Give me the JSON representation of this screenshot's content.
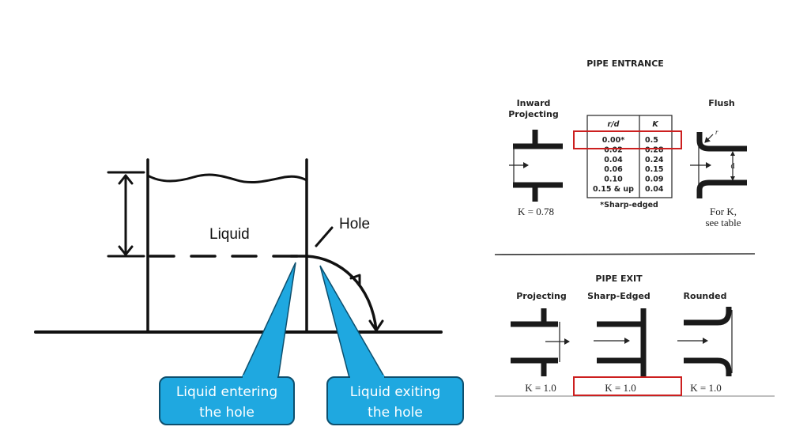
{
  "left_diagram": {
    "liquid_label": "Liquid",
    "hole_label": "Hole",
    "callouts": [
      {
        "line1": "Liquid entering",
        "line2": "the hole"
      },
      {
        "line1": "Liquid exiting",
        "line2": "the hole"
      }
    ],
    "callout_color": "#1fa8e0",
    "callout_border": "#0d4f6e"
  },
  "pipe_entrance": {
    "title": "PIPE ENTRANCE",
    "inward": {
      "label_line1": "Inward",
      "label_line2": "Projecting",
      "k_text": "K = 0.78"
    },
    "flush": {
      "label": "Flush",
      "r_label": "r",
      "d_label": "d",
      "k_line1": "For K,",
      "k_line2": "see table"
    },
    "table": {
      "headers": [
        "r/d",
        "K"
      ],
      "rows": [
        [
          "0.00*",
          "0.5"
        ],
        [
          "0.02",
          "0.28"
        ],
        [
          "0.04",
          "0.24"
        ],
        [
          "0.06",
          "0.15"
        ],
        [
          "0.10",
          "0.09"
        ],
        [
          "0.15 & up",
          "0.04"
        ]
      ],
      "footnote": "*Sharp-edged",
      "highlighted_row": 0
    }
  },
  "pipe_exit": {
    "title": "PIPE EXIT",
    "items": [
      {
        "label": "Projecting",
        "k_text": "K = 1.0"
      },
      {
        "label": "Sharp-Edged",
        "k_text": "K = 1.0"
      },
      {
        "label": "Rounded",
        "k_text": "K = 1.0"
      }
    ],
    "highlighted_item": 1
  },
  "highlight_color": "#cc1f1f"
}
